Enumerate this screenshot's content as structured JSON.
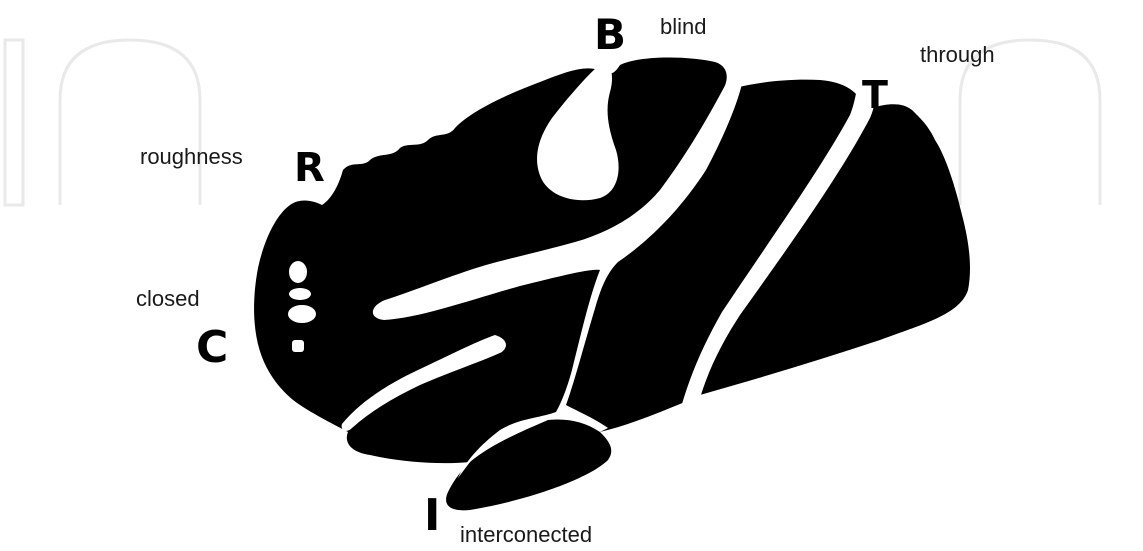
{
  "colors": {
    "solid": "#000000",
    "pore": "#ffffff",
    "text": "#1a1a1a",
    "watermark": "#e9e9e9"
  },
  "watermark_text": "IntechOpen",
  "labels": {
    "blind": {
      "letter": "B",
      "text": "blind"
    },
    "through": {
      "letter": "T",
      "text": "through"
    },
    "roughness": {
      "letter": "R",
      "text": "roughness"
    },
    "closed": {
      "letter": "C",
      "text": "closed"
    },
    "interconnected": {
      "letter": "I",
      "text": "interconected"
    }
  }
}
